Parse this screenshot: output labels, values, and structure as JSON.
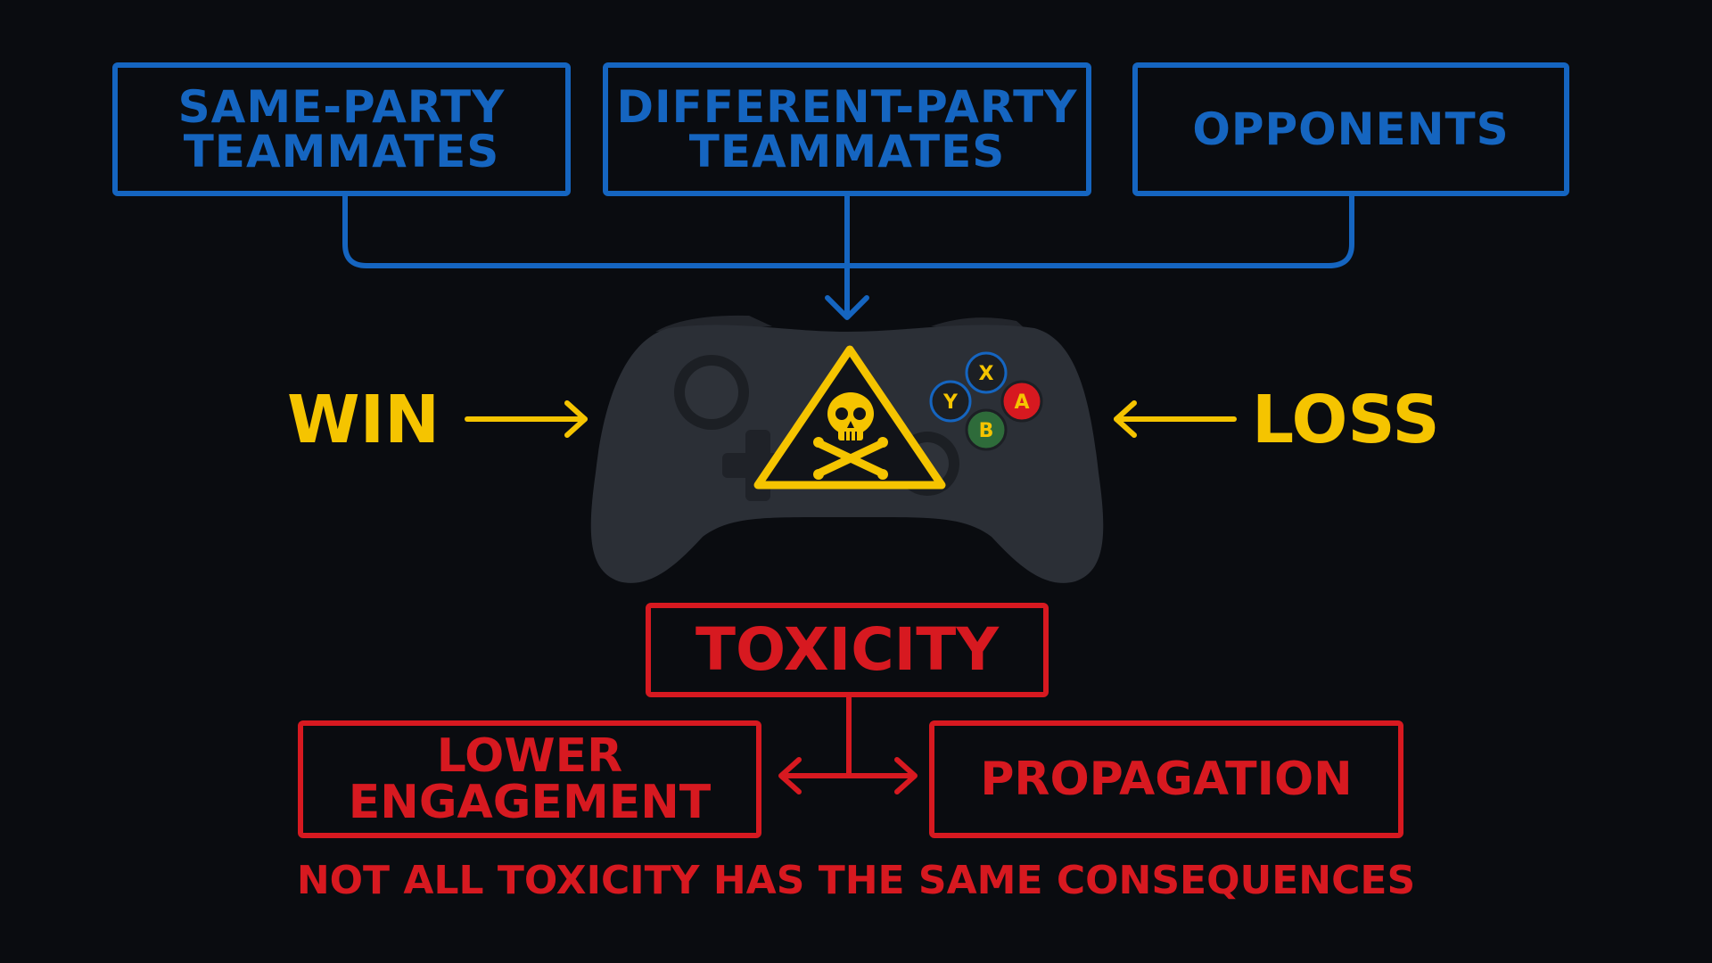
{
  "influences": {
    "same_party": "SAME-PARTY\nTEAMMATES",
    "different_party": "DIFFERENT-PARTY\nTEAMMATES",
    "opponents": "OPPONENTS"
  },
  "outcomes": {
    "win": "WIN",
    "loss": "LOSS"
  },
  "controller": {
    "buttons": {
      "x": "X",
      "y": "Y",
      "a": "A",
      "b": "B"
    }
  },
  "toxicity": {
    "center": "TOXICITY",
    "lower_engagement": "LOWER\nENGAGEMENT",
    "propagation": "PROPAGATION"
  },
  "footer": {
    "caption": "NOT ALL TOXICITY HAS THE SAME CONSEQUENCES"
  },
  "colors": {
    "blue": "#1565c0",
    "yellow": "#f5c400",
    "red": "#d71920",
    "controller_body": "#2b2f36",
    "background": "#0a0c10"
  }
}
